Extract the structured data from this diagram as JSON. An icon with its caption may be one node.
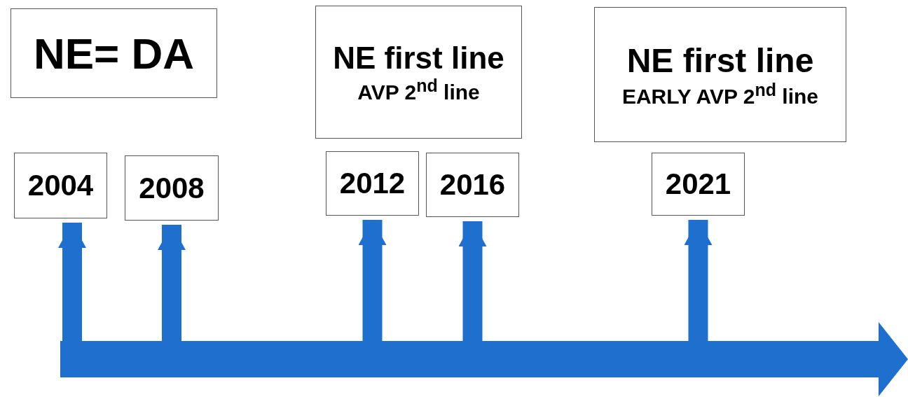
{
  "diagram": {
    "nodes": [
      {
        "text": [
          "NE= DA"
        ]
      },
      {
        "text": [
          "NE first line",
          "AVP 2$^{nd}$ line"
        ]
      },
      {
        "text": [
          "NE first line",
          "EARLY AVP 2$^{nd}$ line"
        ]
      },
      {
        "text": [
          "2004"
        ]
      },
      {
        "text": [
          "2008"
        ]
      },
      {
        "text": [
          "2012"
        ]
      },
      {
        "text": [
          "2016"
        ]
      },
      {
        "text": [
          "2021"
        ]
      }
    ],
    "edges": [
      {
        "from": null,
        "to": 3,
        "arrow": "to"
      },
      {
        "from": null,
        "to": 4,
        "arrow": "to"
      },
      {
        "from": null,
        "to": 5,
        "arrow": "to"
      },
      {
        "from": null,
        "to": 6,
        "arrow": "to"
      },
      {
        "from": null,
        "to": 7,
        "arrow": "to"
      }
    ]
  }
}
